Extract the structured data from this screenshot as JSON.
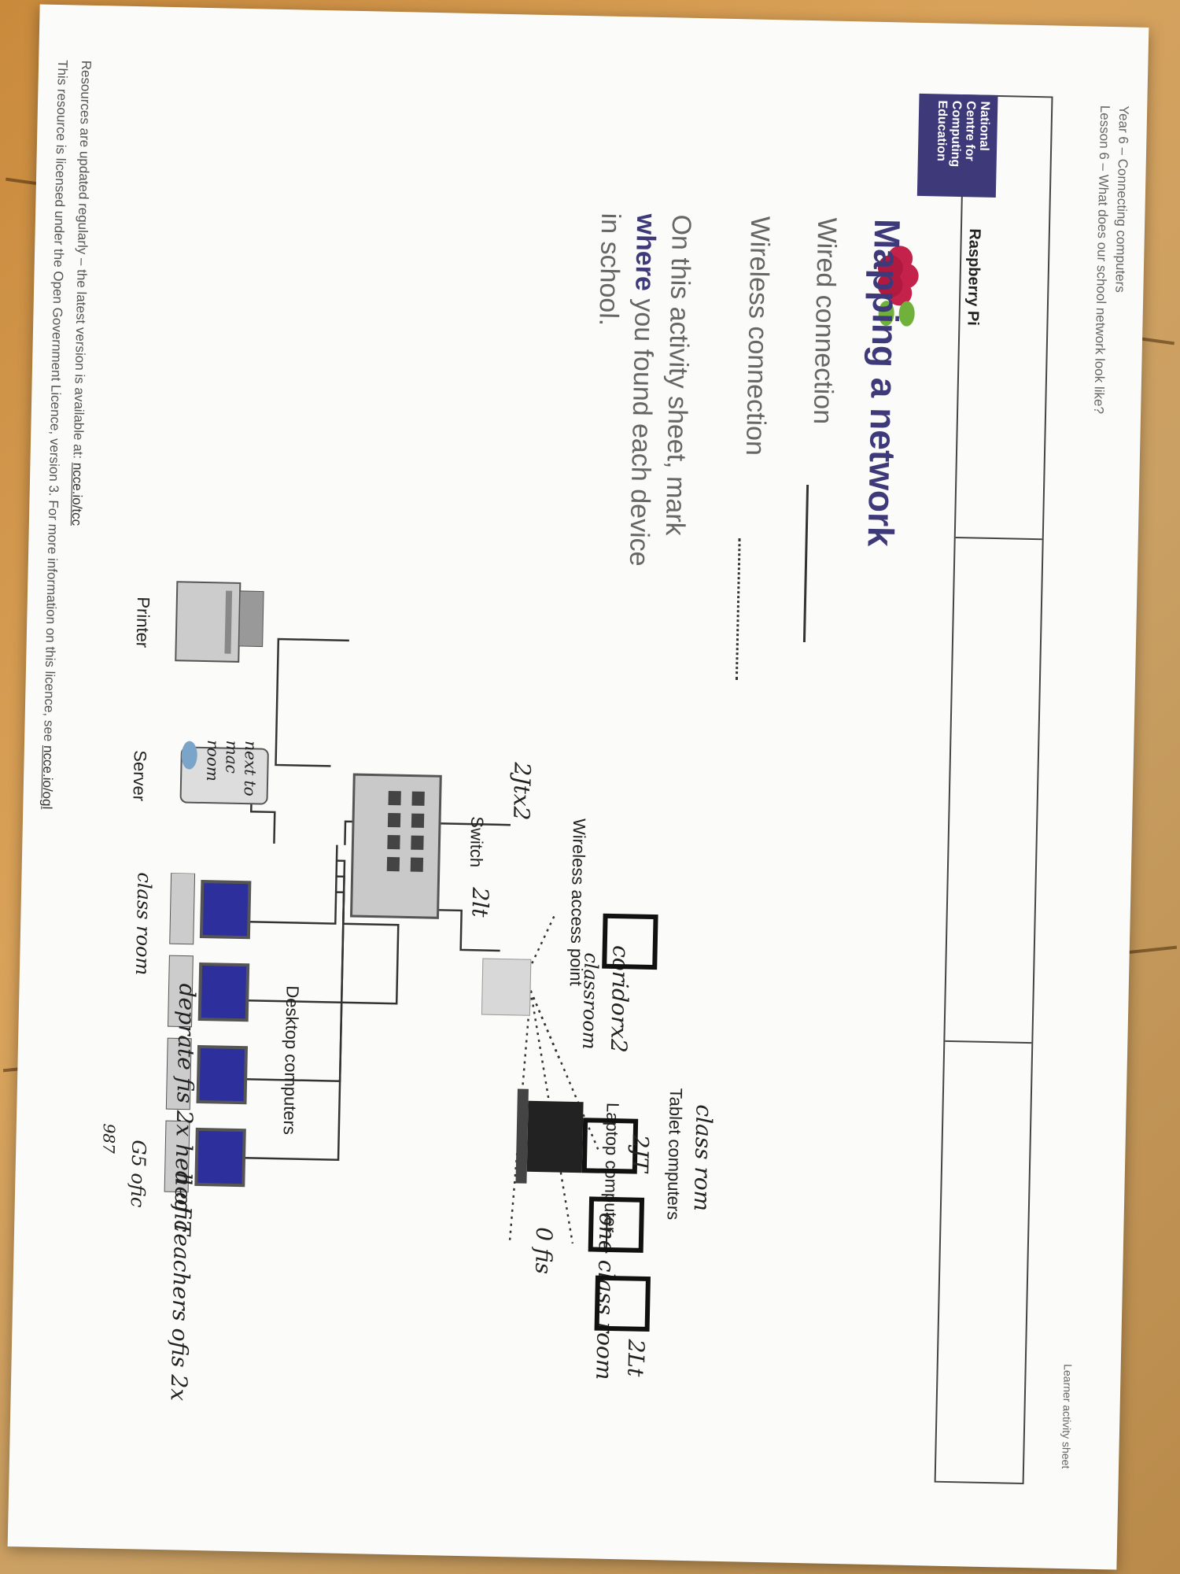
{
  "header": {
    "year_line": "Year 6 – Connecting computers",
    "lesson_line": "Lesson 6 – What does our school network look like?",
    "sheet_type": "Learner activity sheet",
    "ncce_logo": "National Centre for Computing Education",
    "rpi_logo": "Raspberry Pi"
  },
  "title": "Mapping a network",
  "legend": {
    "wired": "Wired connection",
    "wireless": "Wireless connection"
  },
  "instructions": {
    "part1": "On this activity sheet, mark",
    "bold": "where",
    "part2": "you found each device",
    "part3": "in school."
  },
  "devices": {
    "printer": "Printer",
    "server": "Server",
    "switch": "Switch",
    "wap": "Wireless access point",
    "desktops": "Desktop computers",
    "laptop": "Laptop computer",
    "tablets": "Tablet computers"
  },
  "handwriting": {
    "server_note": "next to mac room",
    "switch_note1": "2Jtx2",
    "switch_note2": "2lt",
    "wap_note1": "coridorx2",
    "wap_note2": "classroom",
    "laptop_struck": "one",
    "laptop_note": "class room",
    "laptop_count": "0 fis",
    "tablet_note1": "class rom",
    "tablet_note2": "2JT",
    "tablet_note3": "2Lt",
    "desk_note1": "class room",
    "desk_note2": "deprate fis 2x hed ofic",
    "desk_note3": "hed Teachers ofis 2x",
    "desk_note4": "G5 ofic",
    "desk_note5": "987"
  },
  "footer": {
    "line1": "Resources are updated regularly – the latest version is available at:",
    "link1": "ncce.io/tcc",
    "line2": "This resource is licensed under the Open Government Licence, version 3. For more information on this licence, see",
    "link2": "ncce.io/ogl"
  }
}
